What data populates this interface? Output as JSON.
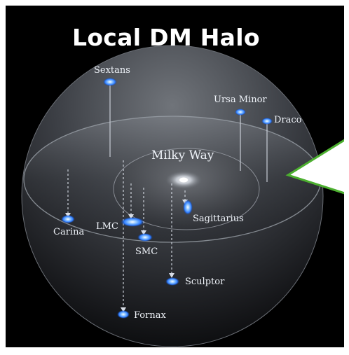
{
  "title": "Local DM Halo",
  "labels": {
    "milky_way": "Milky Way",
    "sextans": "Sextans",
    "ursa_minor": "Ursa Minor",
    "draco": "Draco",
    "carina": "Carina",
    "lmc": "LMC",
    "smc": "SMC",
    "sagittarius": "Sagittarius",
    "sculptor": "Sculptor",
    "fornax": "Fornax"
  },
  "colors": {
    "background": "#000000",
    "frame": "#ffffff",
    "galaxy_glow": "#3a8fff",
    "callout_fill": "#ffffff",
    "callout_border": "#4caf2f"
  }
}
